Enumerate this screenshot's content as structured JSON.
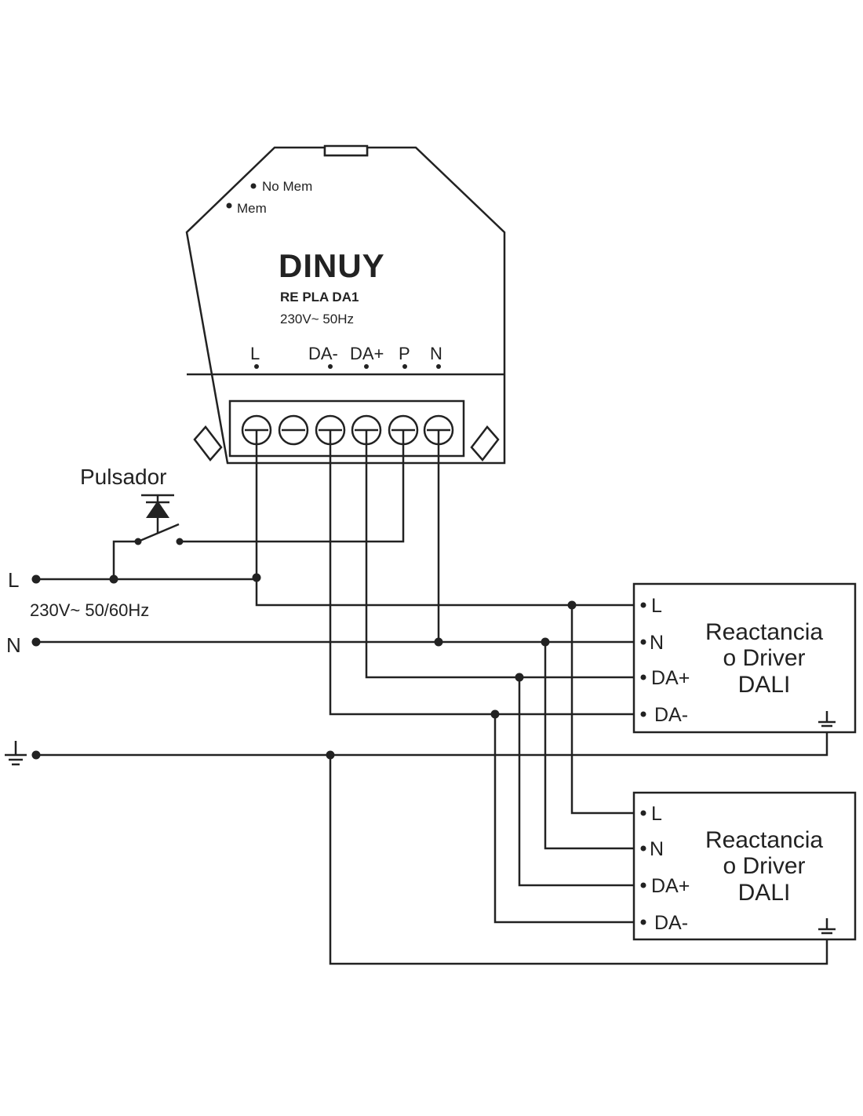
{
  "device": {
    "brand": "DINUY",
    "model": "RE PLA DA1",
    "rating": "230V~ 50Hz",
    "mode_no_mem": "No Mem",
    "mode_mem": "Mem",
    "terminals": [
      "L",
      "DA-",
      "DA+",
      "P",
      "N"
    ]
  },
  "pushbutton": {
    "label": "Pulsador"
  },
  "supply": {
    "line_label": "L",
    "neutral_label": "N",
    "voltage": "230V~ 50/60Hz",
    "earth_icon": "earth-ground-icon"
  },
  "drivers": [
    {
      "title_line1": "Reactancia",
      "title_line2": "o Driver",
      "title_line3": "DALI",
      "terminals": [
        "L",
        "N",
        "DA+",
        "DA-"
      ],
      "earth_icon": "earth-ground-icon"
    },
    {
      "title_line1": "Reactancia",
      "title_line2": "o Driver",
      "title_line3": "DALI",
      "terminals": [
        "L",
        "N",
        "DA+",
        "DA-"
      ],
      "earth_icon": "earth-ground-icon"
    }
  ]
}
